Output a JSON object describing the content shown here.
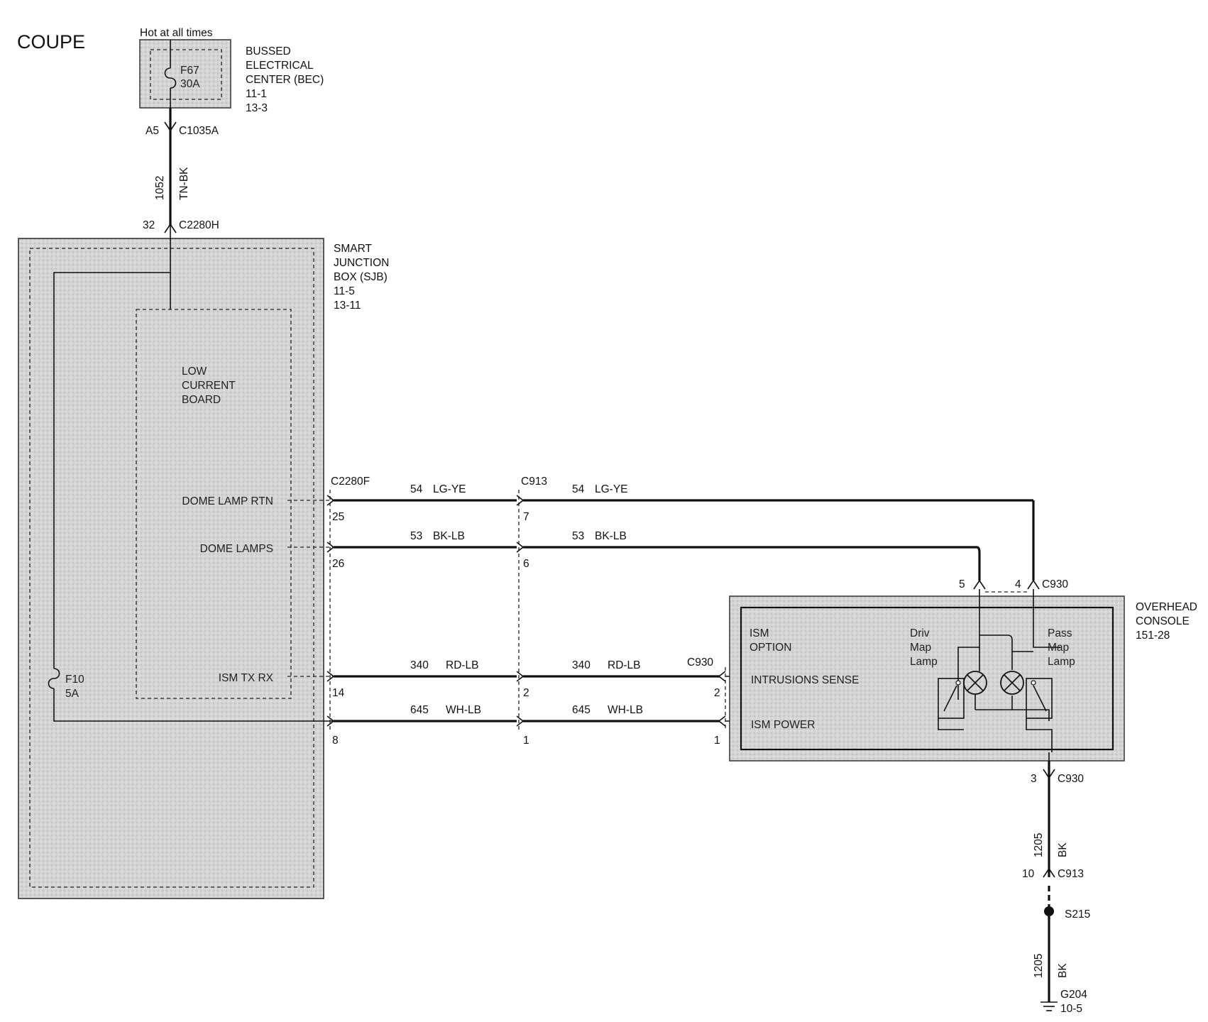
{
  "title": "COUPE",
  "bec": {
    "hot_label": "Hot at all times",
    "fuse_id": "F67",
    "fuse_rating": "30A",
    "name_lines": [
      "BUSSED",
      "ELECTRICAL",
      "CENTER (BEC)",
      "11-1",
      "13-3"
    ],
    "pin": "A5",
    "connector": "C1035A"
  },
  "feed_wire": {
    "circuit": "1052",
    "color": "TN-BK"
  },
  "sjb": {
    "pin": "32",
    "connector": "C2280H",
    "name_lines": [
      "SMART",
      "JUNCTION",
      "BOX (SJB)",
      "11-5",
      "13-11"
    ],
    "board_lines": [
      "LOW",
      "CURRENT",
      "BOARD"
    ],
    "fuse_id": "F10",
    "fuse_rating": "5A",
    "out_connector": "C2280F",
    "signals": [
      "DOME LAMP RTN",
      "DOME LAMPS",
      "ISM TX RX"
    ]
  },
  "inline_connector": "C913",
  "circuits": [
    {
      "sjb_pin": "25",
      "c913_pin": "7",
      "circuit": "54",
      "color": "LG-YE"
    },
    {
      "sjb_pin": "26",
      "c913_pin": "6",
      "circuit": "53",
      "color": "BK-LB"
    },
    {
      "sjb_pin": "14",
      "c913_pin": "2",
      "circuit": "340",
      "color": "RD-LB",
      "console_pin": "2"
    },
    {
      "sjb_pin": "8",
      "c913_pin": "1",
      "circuit": "645",
      "color": "WH-LB",
      "console_pin": "1"
    }
  ],
  "console": {
    "connector": "C930",
    "name_lines": [
      "OVERHEAD",
      "CONSOLE",
      "151-28"
    ],
    "ism_option_lines": [
      "ISM",
      "OPTION"
    ],
    "intrusion_label": "INTRUSIONS SENSE",
    "ism_power_label": "ISM POWER",
    "driv_lamp_lines": [
      "Driv",
      "Map",
      "Lamp"
    ],
    "pass_lamp_lines": [
      "Pass",
      "Map",
      "Lamp"
    ],
    "top_pin_left": "5",
    "top_pin_right": "4",
    "bottom_pin": "3"
  },
  "ground_path": {
    "circuit": "1205",
    "color": "BK",
    "c913_pin": "10",
    "connector": "C913",
    "splice": "S215",
    "ground": "G204",
    "ground_ref": "10-5"
  }
}
